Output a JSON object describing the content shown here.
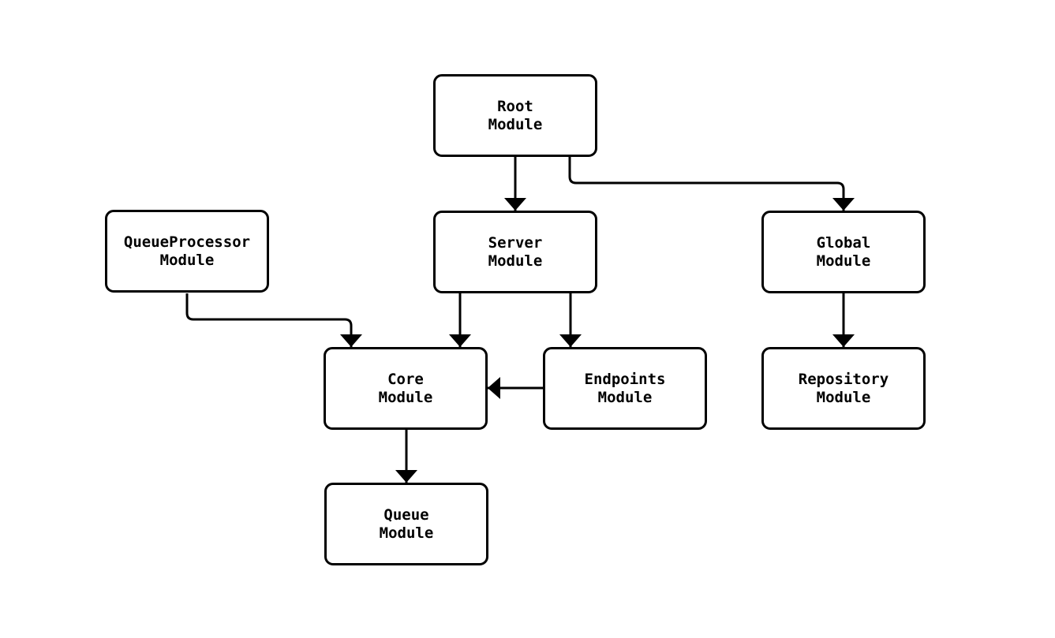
{
  "diagram": {
    "type": "module-dependency-diagram",
    "background_color": "#ffffff",
    "node_fill_color": "#ffffff",
    "node_border_color": "#000000",
    "edge_color": "#000000",
    "text_color": "#000000",
    "nodes": {
      "root": {
        "label": "Root\nModule"
      },
      "queue_processor": {
        "label": "QueueProcessor\nModule"
      },
      "server": {
        "label": "Server\nModule"
      },
      "global": {
        "label": "Global\nModule"
      },
      "core": {
        "label": "Core\nModule"
      },
      "endpoints": {
        "label": "Endpoints\nModule"
      },
      "repository": {
        "label": "Repository\nModule"
      },
      "queue": {
        "label": "Queue\nModule"
      }
    },
    "edges": [
      {
        "from": "Root Module",
        "to": "Server Module"
      },
      {
        "from": "Root Module",
        "to": "Global Module"
      },
      {
        "from": "QueueProcessor Module",
        "to": "Core Module"
      },
      {
        "from": "Server Module",
        "to": "Core Module"
      },
      {
        "from": "Server Module",
        "to": "Endpoints Module"
      },
      {
        "from": "Endpoints Module",
        "to": "Core Module"
      },
      {
        "from": "Global Module",
        "to": "Repository Module"
      },
      {
        "from": "Core Module",
        "to": "Queue Module"
      }
    ]
  }
}
